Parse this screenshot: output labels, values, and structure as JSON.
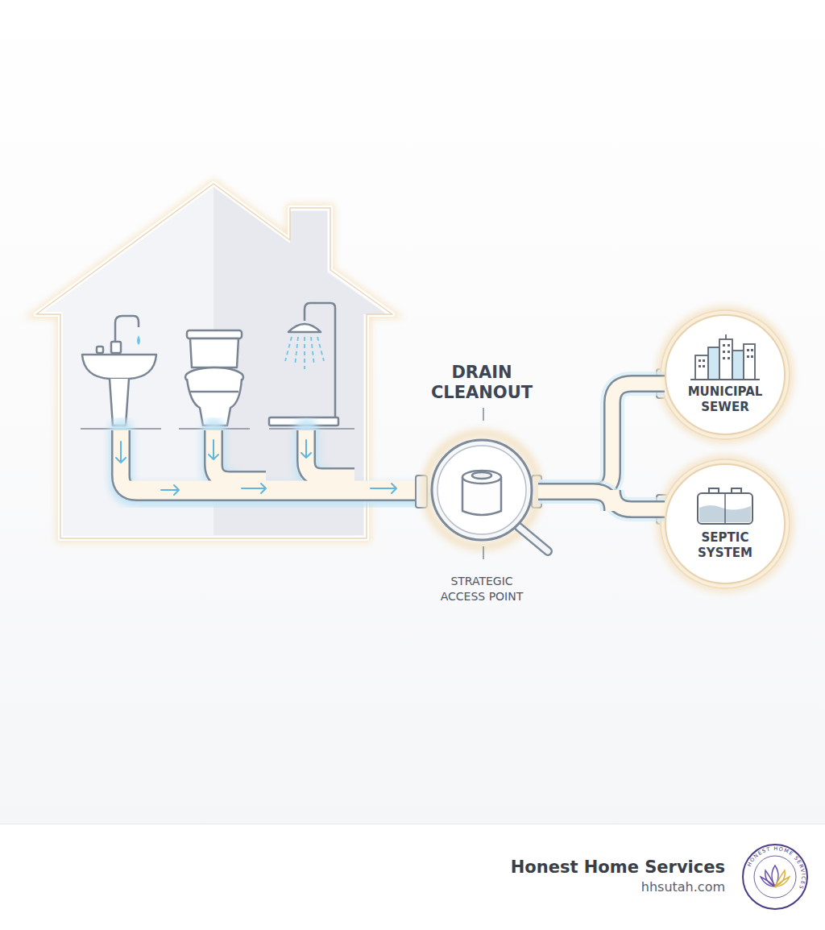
{
  "diagram": {
    "nodes": [
      {
        "text": [
          "DRAIN CLEANOUT",
          "STRATEGIC ACCESS POINT"
        ]
      },
      {
        "text": [
          "MUNICIPAL SEWER"
        ]
      },
      {
        "text": [
          "SEPTIC SYSTEM"
        ]
      }
    ],
    "edges": [
      {
        "from": 0,
        "to": 1,
        "arrow": "none"
      },
      {
        "from": 0,
        "to": 2,
        "arrow": "none"
      }
    ],
    "labels": [
      "Honest Home Services",
      "hhsutah.com",
      "HONEST HOME SERVICES"
    ]
  }
}
